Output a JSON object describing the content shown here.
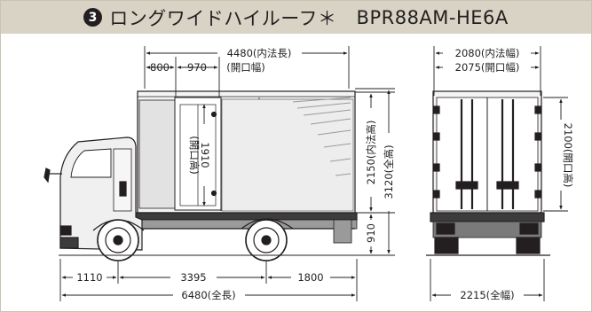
{
  "header": {
    "number_badge": "3",
    "title": "ロングワイドハイルーフ＊",
    "model": "BPR88AM-HE6A",
    "background_color": "#d8d3c4"
  },
  "side_view": {
    "cargo_inner_length": "4480(内法長)",
    "segment_800": "800",
    "segment_970": "970",
    "door_opening_width": "(開口幅)",
    "door_opening_height_label": "(開口高)",
    "door_opening_height_value": "1910",
    "inner_height": "2150(内法高)",
    "total_height": "3120(全高)",
    "floor_height": "910",
    "front_overhang": "1110",
    "wheelbase": "3395",
    "rear_overhang": "1800",
    "total_length": "6480(全長)"
  },
  "rear_view": {
    "inner_width": "2080(内法幅)",
    "opening_width": "2075(開口幅)",
    "opening_height": "2100(開口高)",
    "total_width": "2215(全幅)"
  }
}
